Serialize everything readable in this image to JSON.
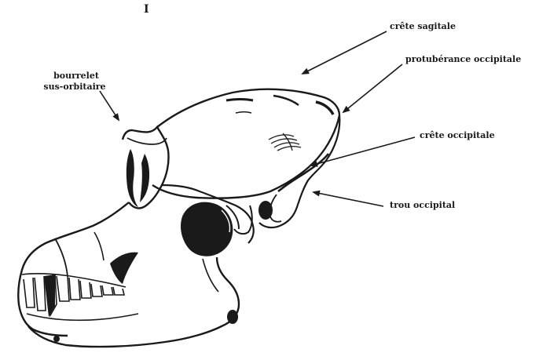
{
  "figure_number": "I",
  "labels": {
    "crete_sagitale": "crête sagitale",
    "protuberance_occipitale": "protubérance occipitale",
    "bourrelet_line1": "bourrelet",
    "bourrelet_line2": "sus-orbitaire",
    "crete_occipitale": "crête occipitale",
    "trou_occipital": "trou occipital"
  },
  "colors": {
    "ink": "#1a1a1a",
    "background": "#ffffff"
  }
}
